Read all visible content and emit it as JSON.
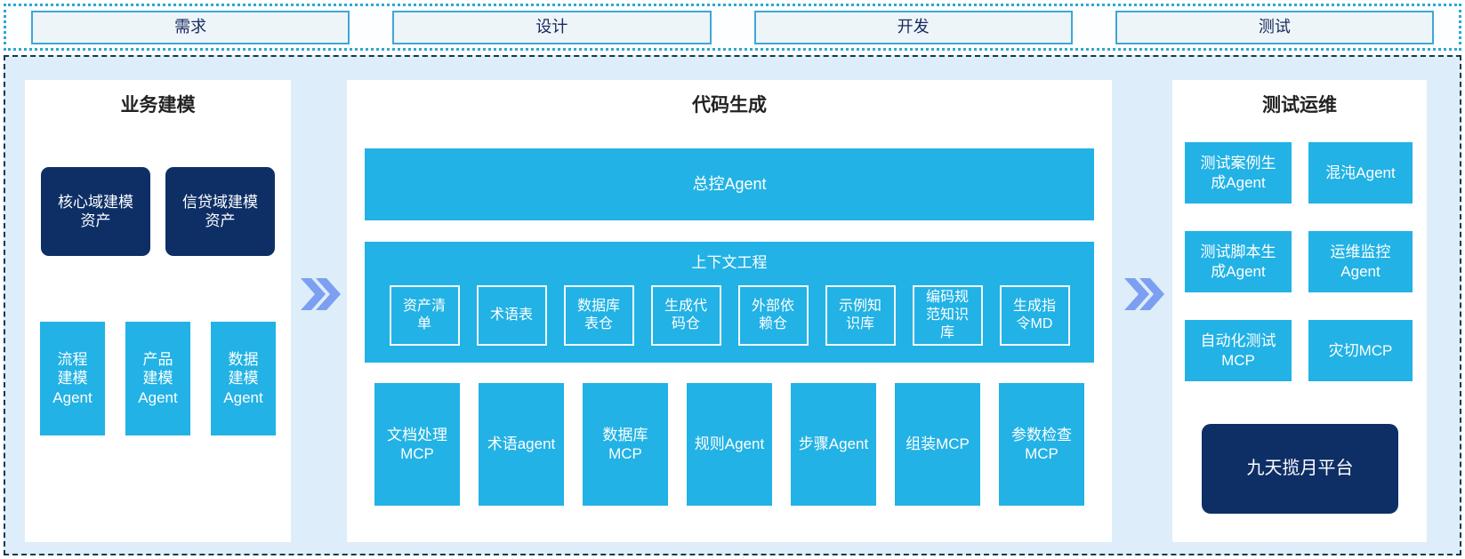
{
  "phases": [
    "需求",
    "设计",
    "开发",
    "测试"
  ],
  "panels": {
    "business": {
      "title": "业务建模",
      "assets": [
        "核心域建模\n资产",
        "信贷域建模\n资产"
      ],
      "agents": [
        "流程\n建模\nAgent",
        "产品\n建模\nAgent",
        "数据\n建模\nAgent"
      ]
    },
    "codegen": {
      "title": "代码生成",
      "master_agent": "总控Agent",
      "context": {
        "title": "上下文工程",
        "items": [
          "资产清\n单",
          "术语表",
          "数据库\n表仓",
          "生成代\n码仓",
          "外部依\n赖仓",
          "示例知\n识库",
          "编码规\n范知识\n库",
          "生成指\n令MD"
        ]
      },
      "tools": [
        "文档处理\nMCP",
        "术语agent",
        "数据库\nMCP",
        "规则Agent",
        "步骤Agent",
        "组装MCP",
        "参数检查\nMCP"
      ]
    },
    "testops": {
      "title": "测试运维",
      "cells": [
        "测试案例生\n成Agent",
        "混沌Agent",
        "测试脚本生\n成Agent",
        "运维监控\nAgent",
        "自动化测试\nMCP",
        "灾切MCP"
      ],
      "platform": "九天揽月平台"
    }
  },
  "icons": {
    "arrow_between_panels": "double-chevron-right"
  },
  "colors": {
    "accent_cyan": "#22b2e5",
    "navy": "#0e2f66",
    "arrow_blue": "#7d9ff1",
    "canvas_bg": "#ddeefa",
    "panel_bg": "#ffffff",
    "phase_fill": "#eef5f9",
    "phase_border": "#3fa7d6",
    "strip_dotted_border": "#2aa8d8",
    "canvas_dashed_border": "#15384d"
  }
}
